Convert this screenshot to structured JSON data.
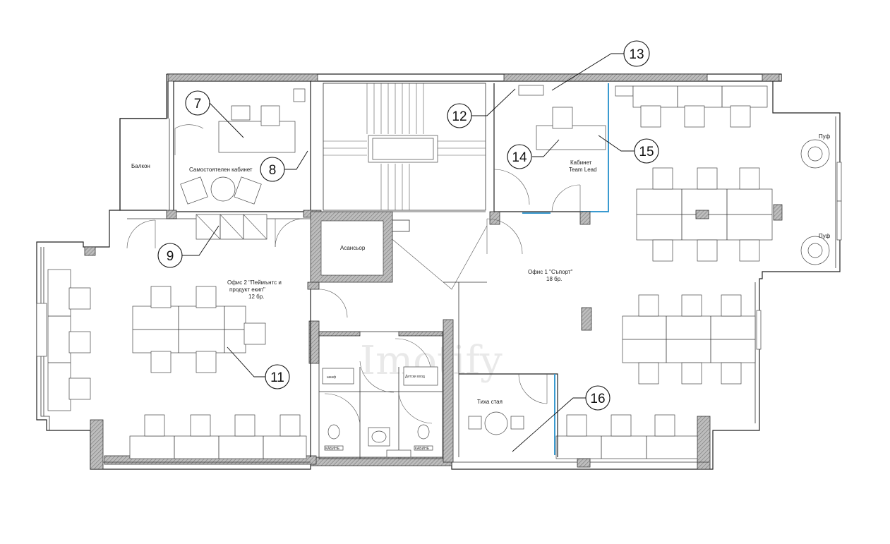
{
  "rooms": {
    "balcony": "Балкон",
    "private_office": "Самостоятелен кабинет",
    "elevator": "Асансьор",
    "office2_line1": "Офис 2 \"Пеймънтс и",
    "office2_line2": "продукт екип\"",
    "office2_count": "12 бр.",
    "office1_line1": "Офис 1 \"Съпорт\"",
    "office1_count": "18 бр.",
    "team_lead_line1": "Кабинет",
    "team_lead_line2": "Team Lead",
    "quiet_room": "Тиха стая",
    "wardrobe": "шкаф",
    "pouf_top": "Пуф",
    "pouf_bottom": "Пуф",
    "cleaning_label": "Детски вход",
    "toilet_sign_left": "КАБИНЕ",
    "toilet_sign_right": "КАБИНЕ"
  },
  "callouts": [
    {
      "id": "c7",
      "label": "7"
    },
    {
      "id": "c8",
      "label": "8"
    },
    {
      "id": "c9",
      "label": "9"
    },
    {
      "id": "c11",
      "label": "11"
    },
    {
      "id": "c12",
      "label": "12"
    },
    {
      "id": "c13",
      "label": "13"
    },
    {
      "id": "c14",
      "label": "14"
    },
    {
      "id": "c15",
      "label": "15"
    },
    {
      "id": "c16",
      "label": "16"
    }
  ],
  "watermark": "Imotify",
  "colors": {
    "wall": "#222222",
    "glass": "#3a9ad0",
    "hatch": "#777777"
  }
}
